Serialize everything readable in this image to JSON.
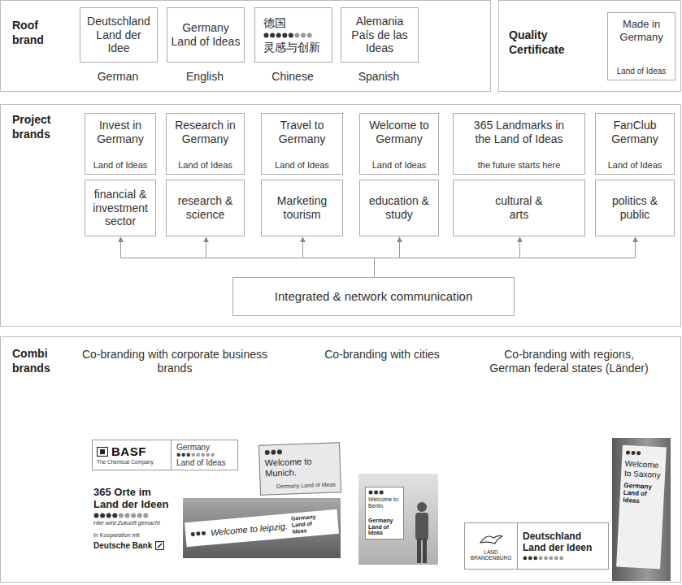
{
  "diagram": {
    "nodes": [
      {
        "text": [
          "Roof brand"
        ]
      },
      {
        "text": [
          "Deutschland Land der Idee"
        ],
        "in": 0
      },
      {
        "text": [
          "Germany Land of Ideas"
        ],
        "in": 0
      },
      {
        "text": [
          "德国",
          "灵感与创新"
        ],
        "in": 0
      },
      {
        "text": [
          "Alemania País de las Ideas"
        ],
        "in": 0
      },
      {
        "text": [
          "Quality Certificate"
        ]
      },
      {
        "text": [
          "Made in Germany",
          "Land of Ideas"
        ],
        "in": 5
      },
      {
        "text": [
          "Project brands"
        ]
      },
      {
        "text": [
          "Invest in Germany",
          "Land of Ideas"
        ],
        "in": 7
      },
      {
        "text": [
          "Research in Germany",
          "Land of Ideas"
        ],
        "in": 7
      },
      {
        "text": [
          "Travel to Germany",
          "Land of Ideas"
        ],
        "in": 7
      },
      {
        "text": [
          "Welcome to Germany",
          "Land of Ideas"
        ],
        "in": 7
      },
      {
        "text": [
          "365 Landmarks in the Land of Ideas",
          "the future starts here"
        ],
        "in": 7
      },
      {
        "text": [
          "FanClub Germany",
          "Land of Ideas"
        ],
        "in": 7
      },
      {
        "text": [
          "financial & investment sector"
        ],
        "in": 7
      },
      {
        "text": [
          "research & science"
        ],
        "in": 7
      },
      {
        "text": [
          "Marketing tourism"
        ],
        "in": 7
      },
      {
        "text": [
          "education & study"
        ],
        "in": 7
      },
      {
        "text": [
          "cultural & arts"
        ],
        "in": 7
      },
      {
        "text": [
          "politics & public"
        ],
        "in": 7
      },
      {
        "text": [
          "Integrated & network communication"
        ],
        "in": 7
      },
      {
        "text": [
          "Combi brands"
        ]
      },
      {
        "text": [
          "BASF",
          "The Chemical Company",
          "Germany",
          "Land of Ideas"
        ],
        "in": 21
      },
      {
        "text": [
          "Welcome to Munich.",
          "Germany Land of Ideas"
        ],
        "in": 21
      },
      {
        "text": [
          "365 Orte im Land der Ideen",
          "Hier wird Zukunft gemacht",
          "In Kooperation mit",
          "Deutsche Bank"
        ],
        "in": 21
      },
      {
        "text": [
          "Welcome to leipzig.",
          "Germany Land of Ideas"
        ],
        "in": 21
      },
      {
        "text": [
          "Welcome to Berlin.",
          "Germany Land of Ideas"
        ],
        "in": 21
      },
      {
        "text": [
          "LAND BRANDENBURG",
          "Deutschland Land der Ideen"
        ],
        "in": 21
      },
      {
        "text": [
          "Welcome to Saxony",
          "Germany Land of Ideas"
        ],
        "in": 21
      }
    ],
    "edges": [
      {
        "from": 20,
        "to": 14,
        "arrow": "to"
      },
      {
        "from": 20,
        "to": 15,
        "arrow": "to"
      },
      {
        "from": 20,
        "to": 16,
        "arrow": "to"
      },
      {
        "from": 20,
        "to": 17,
        "arrow": "to"
      },
      {
        "from": 20,
        "to": 18,
        "arrow": "to"
      },
      {
        "from": 20,
        "to": 19,
        "arrow": "to"
      }
    ],
    "labels": [
      "German",
      "English",
      "Chinese",
      "Spanish",
      "Co-branding with corporate business brands",
      "Co-branding with cities",
      "Co-branding with regions, German federal states (Länder)"
    ]
  }
}
